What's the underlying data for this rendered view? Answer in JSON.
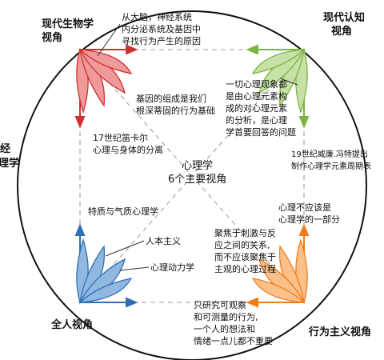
{
  "center": {
    "line1": "心理学",
    "line2": "6个主要视角"
  },
  "corners": {
    "top_left": {
      "line1": "现代生物学",
      "line2": "视角",
      "color": "#d32f2f"
    },
    "top_right": {
      "line1": "现代认知",
      "line2": "视角",
      "color": "#7cb342"
    },
    "bottom_left": {
      "label": "全人视角",
      "color": "#2e6fb5"
    },
    "bottom_right": {
      "label": "行为主义视角",
      "color": "#ef7d1a"
    }
  },
  "side_cut": {
    "left_top": "经",
    "left_bottom": "理学"
  },
  "notes": {
    "bio_top": [
      "从大脑，神经系统",
      "内分泌系统及基因中",
      "寻找行为产生的原因"
    ],
    "bio_gene": [
      "基因的组成是我们",
      "根深蒂固的行为基础"
    ],
    "descartes": [
      "17世纪笛卡尔",
      "心理与身体的分离"
    ],
    "cog_elements": [
      "一切心理现象都",
      "是由心理元素构",
      "成的对心理元素",
      "的分析，是心理",
      "学首要回答的问题"
    ],
    "wundt": [
      "19世纪威廉.冯特提出",
      "制作心理学元素周期表"
    ],
    "traits": "特质与气质心理学",
    "humanism": "人本主义",
    "psychodynamic": "心理动力学",
    "not_part": [
      "心理不应该是",
      "心理学的一部分"
    ],
    "stimulus": [
      "聚焦于刺激与反",
      "应之间的关系,",
      "而不应该聚焦于",
      "主观的心理过程"
    ],
    "observable": [
      "只研究可观察",
      "和可测量的行为,",
      "一个人的想法和",
      "情绪一点儿都不重要"
    ]
  }
}
